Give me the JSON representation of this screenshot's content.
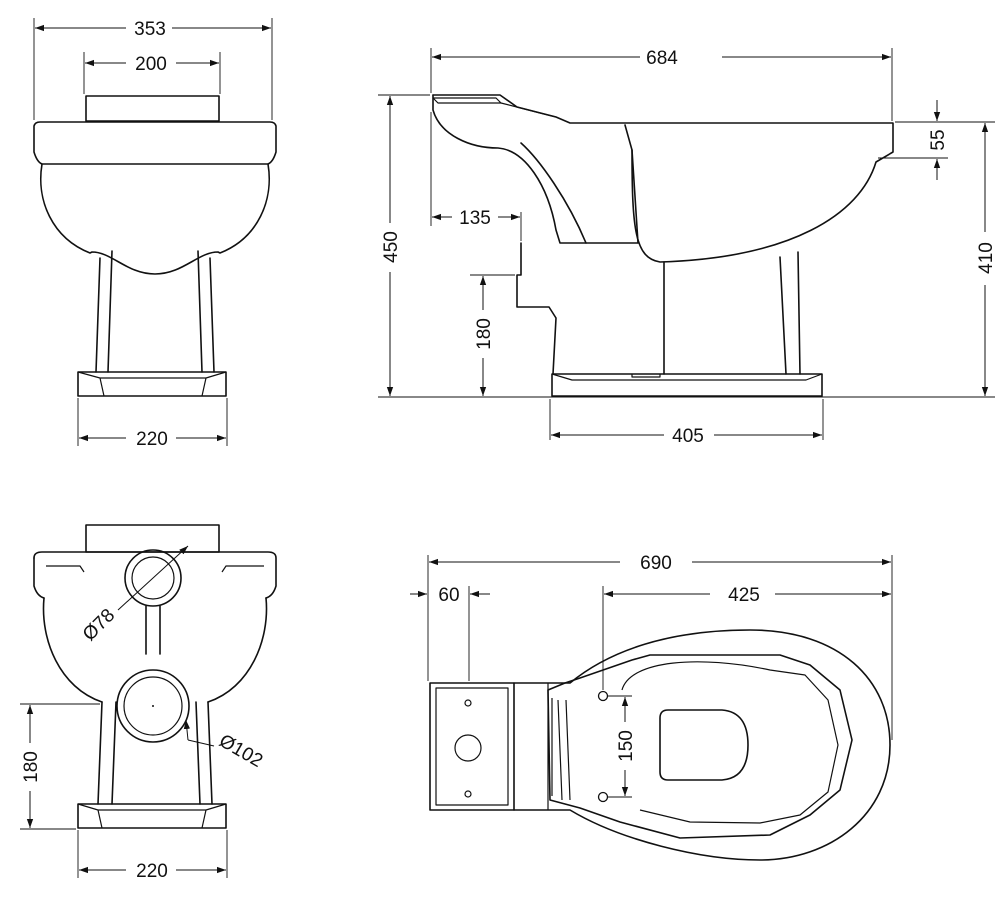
{
  "front_view": {
    "width_overall": "353",
    "cistern_width": "200",
    "foot_width": "220"
  },
  "side_view": {
    "length_overall": "684",
    "height_overall": "450",
    "rim_thickness": "55",
    "rim_height": "410",
    "inlet_setback": "135",
    "outlet_height": "180",
    "foot_length": "405"
  },
  "rear_view": {
    "inlet_diameter": "Ø78",
    "outlet_diameter": "Ø102",
    "outlet_height": "180",
    "foot_width": "220"
  },
  "plan_view": {
    "length_overall": "690",
    "cistern_depth": "60",
    "bowl_length": "425",
    "fixing_centres": "150"
  }
}
